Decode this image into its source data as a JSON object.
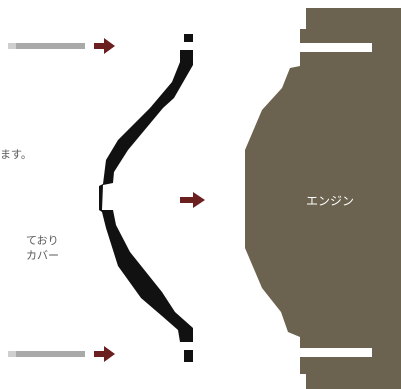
{
  "text_fragments": {
    "line1": "ます。",
    "line2": "ており",
    "line3": "カバー"
  },
  "engine": {
    "label": "エンジン"
  },
  "colors": {
    "bolt": "#a9a9a9",
    "bolt_tip": "#cfcfcf",
    "arrow": "#6b1f1f",
    "cover": "#111111",
    "engine": "#6b624f",
    "engine_label": "#ffffff",
    "slot": "#ffffff",
    "text": "#5a5a5a"
  },
  "icons": [
    "bolt-icon",
    "arrow-right-icon"
  ]
}
